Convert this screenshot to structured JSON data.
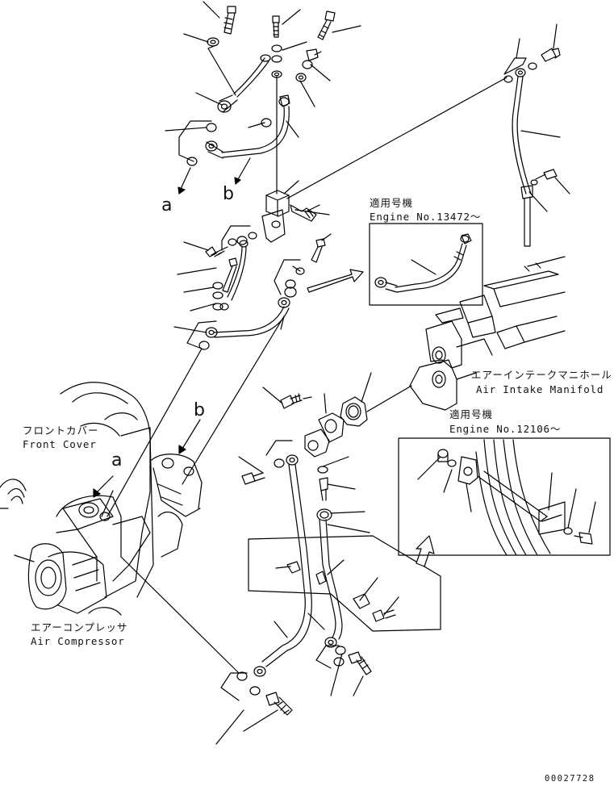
{
  "labels": {
    "a_top": "a",
    "b_top": "b",
    "a_left": "a",
    "b_left": "b",
    "engine_no_top_jp": "適用号機",
    "engine_no_top_en": "Engine No.13472～",
    "manifold_jp": "エアーインテークマニホールド",
    "manifold_en": "Air Intake Manifold",
    "engine_no_right_jp": "適用号機",
    "engine_no_right_en": "Engine No.12106～",
    "front_cover_jp": "フロントカバー",
    "front_cover_en": "Front Cover",
    "compressor_jp": "エアーコンプレッサ",
    "compressor_en": "Air Compressor",
    "drawing_code": "00027728"
  }
}
